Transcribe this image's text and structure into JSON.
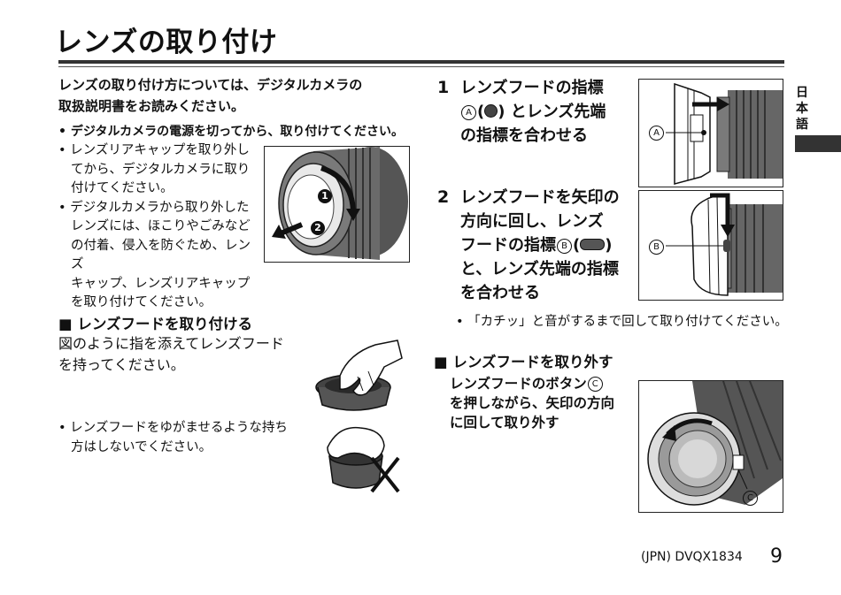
{
  "page_title": "レンズの取り付け",
  "intro_lines": [
    "レンズの取り付け方については、デジタルカメラの",
    "取扱説明書をお読みください。"
  ],
  "bold_bullet": "• デジタルカメラの電源を切ってから、取り付けてください。",
  "bullets": [
    {
      "mark": "•",
      "lines": [
        "レンズリアキャップを取り外し",
        "てから、デジタルカメラに取り",
        "付けてください。"
      ]
    },
    {
      "mark": "•",
      "lines": [
        "デジタルカメラから取り外した",
        "レンズには、ほこりやごみなど",
        "の付着、侵入を防ぐため、レンズ",
        "キャップ、レンズリアキャップ",
        "を取り付けてください。"
      ]
    }
  ],
  "section_hood_attach": {
    "heading": "■ レンズフードを取り付ける",
    "body_lines": [
      "図のように指を添えてレンズフード",
      "を持ってください。"
    ],
    "note_lines": [
      "• レンズフードをゆがませるような持ち",
      "方はしないでください。"
    ]
  },
  "step1": {
    "number": "1",
    "line1": "レンズフードの指標",
    "line2_circ": "A",
    "line2_text": "とレンズ先端",
    "line3": "の指標を合わせる"
  },
  "step2": {
    "number": "2",
    "line1": "レンズフードを矢印の",
    "line2": "方向に回し、レンズ",
    "line3_pre": "フードの指標",
    "line3_circ": "B",
    "line4": "と、レンズ先端の指標",
    "line5": "を合わせる"
  },
  "step2_note": "• 「カチッ」と音がするまで回して取り付けてください。",
  "section_hood_remove": {
    "heading": "■ レンズフードを取り外す",
    "line1_pre": "レンズフードのボタン",
    "line1_circ": "C",
    "line2": "を押しながら、矢印の方向",
    "line3": "に回して取り外す"
  },
  "figure_labels": {
    "marker_1": "1",
    "marker_2": "2",
    "fig2_callout": "A",
    "fig3_callout": "B",
    "fig4_callout": "C"
  },
  "side_language": [
    "日",
    "本",
    "語"
  ],
  "footer_id": "(JPN) DVQX1834",
  "page_number": "9"
}
